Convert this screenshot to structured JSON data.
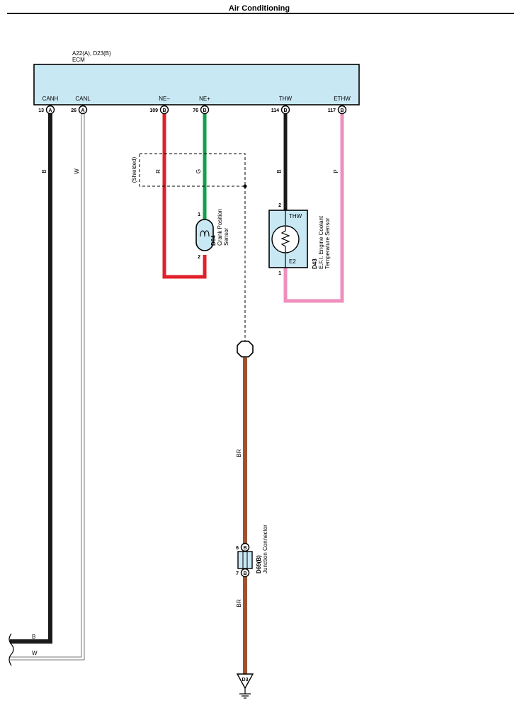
{
  "page": {
    "title": "Air Conditioning"
  },
  "colors": {
    "wire_black": "#1a1a1a",
    "wire_white": "#ffffff",
    "wire_red": "#e0202a",
    "wire_green": "#12a04b",
    "wire_pink": "#ee8fbd",
    "wire_brown": "#a0522d",
    "component_fill": "#c8e8f4"
  },
  "ecm": {
    "ids": "A22(A), D23(B)",
    "name": "ECM",
    "terminals": [
      {
        "name": "CANH",
        "pin": "13",
        "conn": "A"
      },
      {
        "name": "CANL",
        "pin": "26",
        "conn": "A"
      },
      {
        "name": "NE–",
        "pin": "109",
        "conn": "B"
      },
      {
        "name": "NE+",
        "pin": "76",
        "conn": "B"
      },
      {
        "name": "THW",
        "pin": "114",
        "conn": "B"
      },
      {
        "name": "ETHW",
        "pin": "117",
        "conn": "B"
      }
    ]
  },
  "wires": {
    "canh": "B",
    "canl": "W",
    "ne_minus": "R",
    "ne_plus": "G",
    "thw": "B",
    "ethw": "P",
    "ground1": "BR",
    "ground2": "BR",
    "bottom_b": "B",
    "bottom_w": "W"
  },
  "shield": {
    "label": "(Shielded)"
  },
  "crank_sensor": {
    "id": "D64",
    "name_line1": "Crank Position",
    "name_line2": "Sensor",
    "pin_top": "1",
    "pin_bottom": "2"
  },
  "coolant_sensor": {
    "id": "D43",
    "name_line1": "E.F.I. Engine Coolant",
    "name_line2": "Temperature Sensor",
    "term_top": "THW",
    "term_bottom": "E2",
    "pin_top": "2",
    "pin_bottom": "1"
  },
  "junction": {
    "id": "D69(B)",
    "name": "Junction Connector",
    "pin_top": "6",
    "pin_bottom": "7",
    "conn": "B"
  },
  "ground": {
    "label": "D3"
  }
}
